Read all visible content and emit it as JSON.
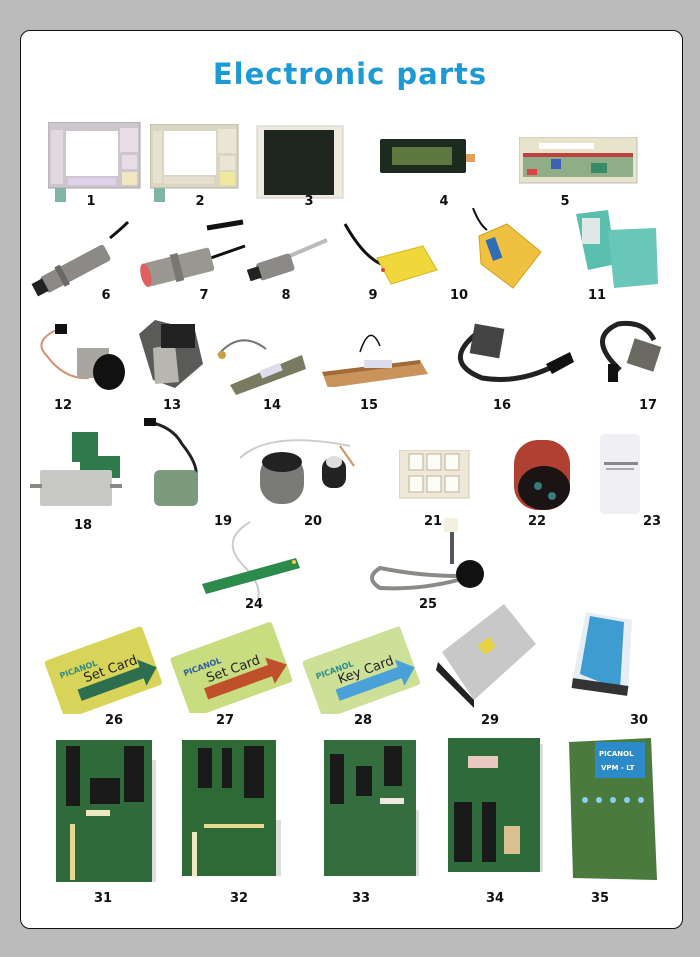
{
  "page": {
    "title": "Electronic parts",
    "background_color": "#bbbbbb",
    "title_color": "#1d9ad6"
  },
  "parts": [
    {
      "number": "1",
      "name": "membrane-keypad-panel",
      "row": 1
    },
    {
      "number": "2",
      "name": "membrane-keypad-panel",
      "row": 1
    },
    {
      "number": "3",
      "name": "lcd-display-panel",
      "row": 1
    },
    {
      "number": "4",
      "name": "lcd-character-display",
      "row": 1
    },
    {
      "number": "5",
      "name": "membrane-keyboard-strip",
      "row": 1
    },
    {
      "number": "6",
      "name": "cylindrical-proximity-sensor",
      "row": 2
    },
    {
      "number": "7",
      "name": "cylindrical-proximity-sensor",
      "row": 2
    },
    {
      "number": "8",
      "name": "cylindrical-proximity-sensor",
      "row": 2
    },
    {
      "number": "9",
      "name": "yellow-rectangular-sensor",
      "row": 2
    },
    {
      "number": "10",
      "name": "yellow-inductive-sensor",
      "row": 2
    },
    {
      "number": "11",
      "name": "teal-inductive-sensor",
      "row": 2
    },
    {
      "number": "12",
      "name": "stepper-motor-with-cable",
      "row": 3
    },
    {
      "number": "13",
      "name": "stepper-motor",
      "row": 3
    },
    {
      "number": "14",
      "name": "load-cell",
      "row": 3
    },
    {
      "number": "15",
      "name": "load-cell-bar",
      "row": 3
    },
    {
      "number": "16",
      "name": "stepper-motor-with-conduit",
      "row": 3
    },
    {
      "number": "17",
      "name": "stepper-motor-with-conduit",
      "row": 3
    },
    {
      "number": "18",
      "name": "solenoid-valve",
      "row": 4
    },
    {
      "number": "19",
      "name": "green-motor-with-cable",
      "row": 4
    },
    {
      "number": "20",
      "name": "magnetic-ring-sensor",
      "row": 4
    },
    {
      "number": "21",
      "name": "power-module",
      "row": 4
    },
    {
      "number": "22",
      "name": "red-capacitor",
      "row": 4
    },
    {
      "number": "23",
      "name": "white-capacitor",
      "row": 4
    },
    {
      "number": "24",
      "name": "led-pcb-strip",
      "row": 5
    },
    {
      "number": "25",
      "name": "cable-connector",
      "row": 5
    },
    {
      "number": "26",
      "name": "set-card",
      "row": 6,
      "card_text": "Set Card",
      "brand": "PICANOL"
    },
    {
      "number": "27",
      "name": "set-card-plus",
      "row": 6,
      "card_text": "Set Card",
      "brand": "PICANOL"
    },
    {
      "number": "28",
      "name": "key-card",
      "row": 6,
      "card_text": "Key Card",
      "brand": "PICANOL"
    },
    {
      "number": "29",
      "name": "power-supply",
      "row": 6
    },
    {
      "number": "30",
      "name": "blue-control-unit",
      "row": 6
    },
    {
      "number": "31",
      "name": "circuit-board",
      "row": 7
    },
    {
      "number": "32",
      "name": "circuit-board",
      "row": 7
    },
    {
      "number": "33",
      "name": "circuit-board",
      "row": 7
    },
    {
      "number": "34",
      "name": "circuit-board",
      "row": 7
    },
    {
      "number": "35",
      "name": "circuit-board-vpm-lt",
      "row": 7,
      "badge_brand": "PICANOL",
      "badge_model": "VPM - LT"
    }
  ]
}
